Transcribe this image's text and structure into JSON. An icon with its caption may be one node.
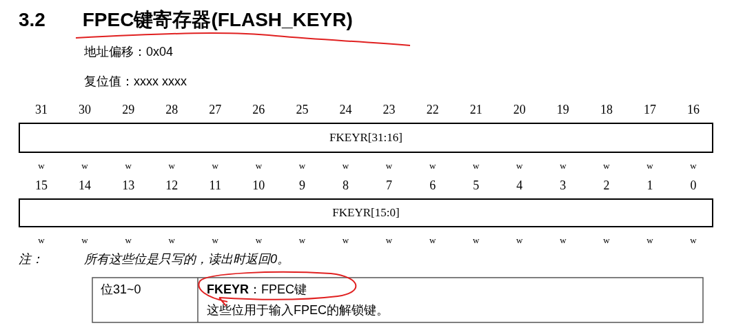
{
  "diagram": {
    "title": "3.2 FPEC键寄存器(FLASH_KEYR)",
    "nodes": [
      {
        "text": [
          "FKEYR[31:16]"
        ]
      },
      {
        "text": [
          "FKEYR[15:0]"
        ]
      }
    ],
    "labels": [
      "地址偏移：0x04",
      "复位值：xxxx xxxx",
      "31",
      "30",
      "29",
      "28",
      "27",
      "26",
      "25",
      "24",
      "23",
      "22",
      "21",
      "20",
      "19",
      "18",
      "17",
      "16",
      "w",
      "w",
      "w",
      "w",
      "w",
      "w",
      "w",
      "w",
      "w",
      "w",
      "w",
      "w",
      "w",
      "w",
      "w",
      "w",
      "15",
      "14",
      "13",
      "12",
      "11",
      "10",
      "9",
      "8",
      "7",
      "6",
      "5",
      "4",
      "3",
      "2",
      "1",
      "0",
      "w",
      "w",
      "w",
      "w",
      "w",
      "w",
      "w",
      "w",
      "w",
      "w",
      "w",
      "w",
      "w",
      "w",
      "w",
      "w",
      "注：",
      "所有这些位是只写的，读出时返回0。",
      "位31~0",
      "**FKEYR**：FPEC键",
      "这些位用于输入FPEC的解锁键。"
    ]
  }
}
